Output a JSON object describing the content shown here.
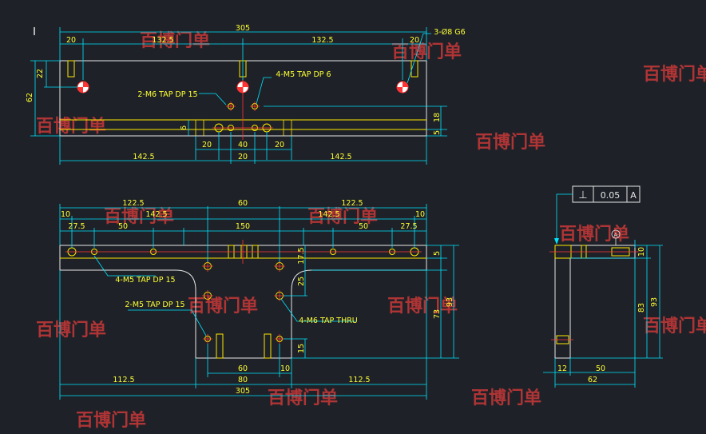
{
  "colors": {
    "background": "#1e2228",
    "outline": "#e6e6e6",
    "dimension": "#00e5ff",
    "text": "#ffff33",
    "hole": "#ffe600",
    "center": "#ff3333",
    "watermark": "#c93838"
  },
  "top_view": {
    "dims": {
      "overall": "305",
      "left_edge": "20",
      "span_left": "132.5",
      "span_right": "132.5",
      "right_edge": "20",
      "pin_callout": "3-Ø8 G6",
      "height_22": "22",
      "height_62": "62",
      "height_18": "18",
      "height_5": "5",
      "height_6": "6",
      "m5_tap": "4-M5 TAP DP 6",
      "m6_tap": "2-M6 TAP DP 15",
      "bot_20a": "20",
      "bot_40": "40",
      "bot_20b": "20",
      "bot_1425a": "142.5",
      "bot_20c": "20",
      "bot_1425b": "142.5"
    }
  },
  "front_view": {
    "dims": {
      "w1225a": "122.5",
      "w60": "60",
      "w1225b": "122.5",
      "w10a": "10",
      "w1425a": "142.5",
      "w1425b": "142.5",
      "w10b": "10",
      "w275a": "27.5",
      "w50a": "50",
      "w150": "150",
      "w50b": "50",
      "w275b": "27.5",
      "h5": "5",
      "h175": "17.5",
      "h25": "25",
      "h73": "73",
      "h93": "93",
      "h15": "15",
      "m5_tap": "4-M5 TAP DP 15",
      "m5_tap2": "2-M5 TAP DP 15",
      "m6_thru": "4-M6 TAP THRU",
      "b60": "60",
      "b10": "10",
      "b80": "80",
      "b1125a": "112.5",
      "b1125b": "112.5",
      "overall": "305"
    }
  },
  "side_view": {
    "tolerance_symbol": "⊥",
    "tolerance_value": "0.05",
    "datum": "A",
    "datum_marker": "A",
    "dims": {
      "h10": "10",
      "h83": "83",
      "h93": "93",
      "w12": "12",
      "w50": "50",
      "w62": "62"
    }
  },
  "watermark_text": "百博门单"
}
